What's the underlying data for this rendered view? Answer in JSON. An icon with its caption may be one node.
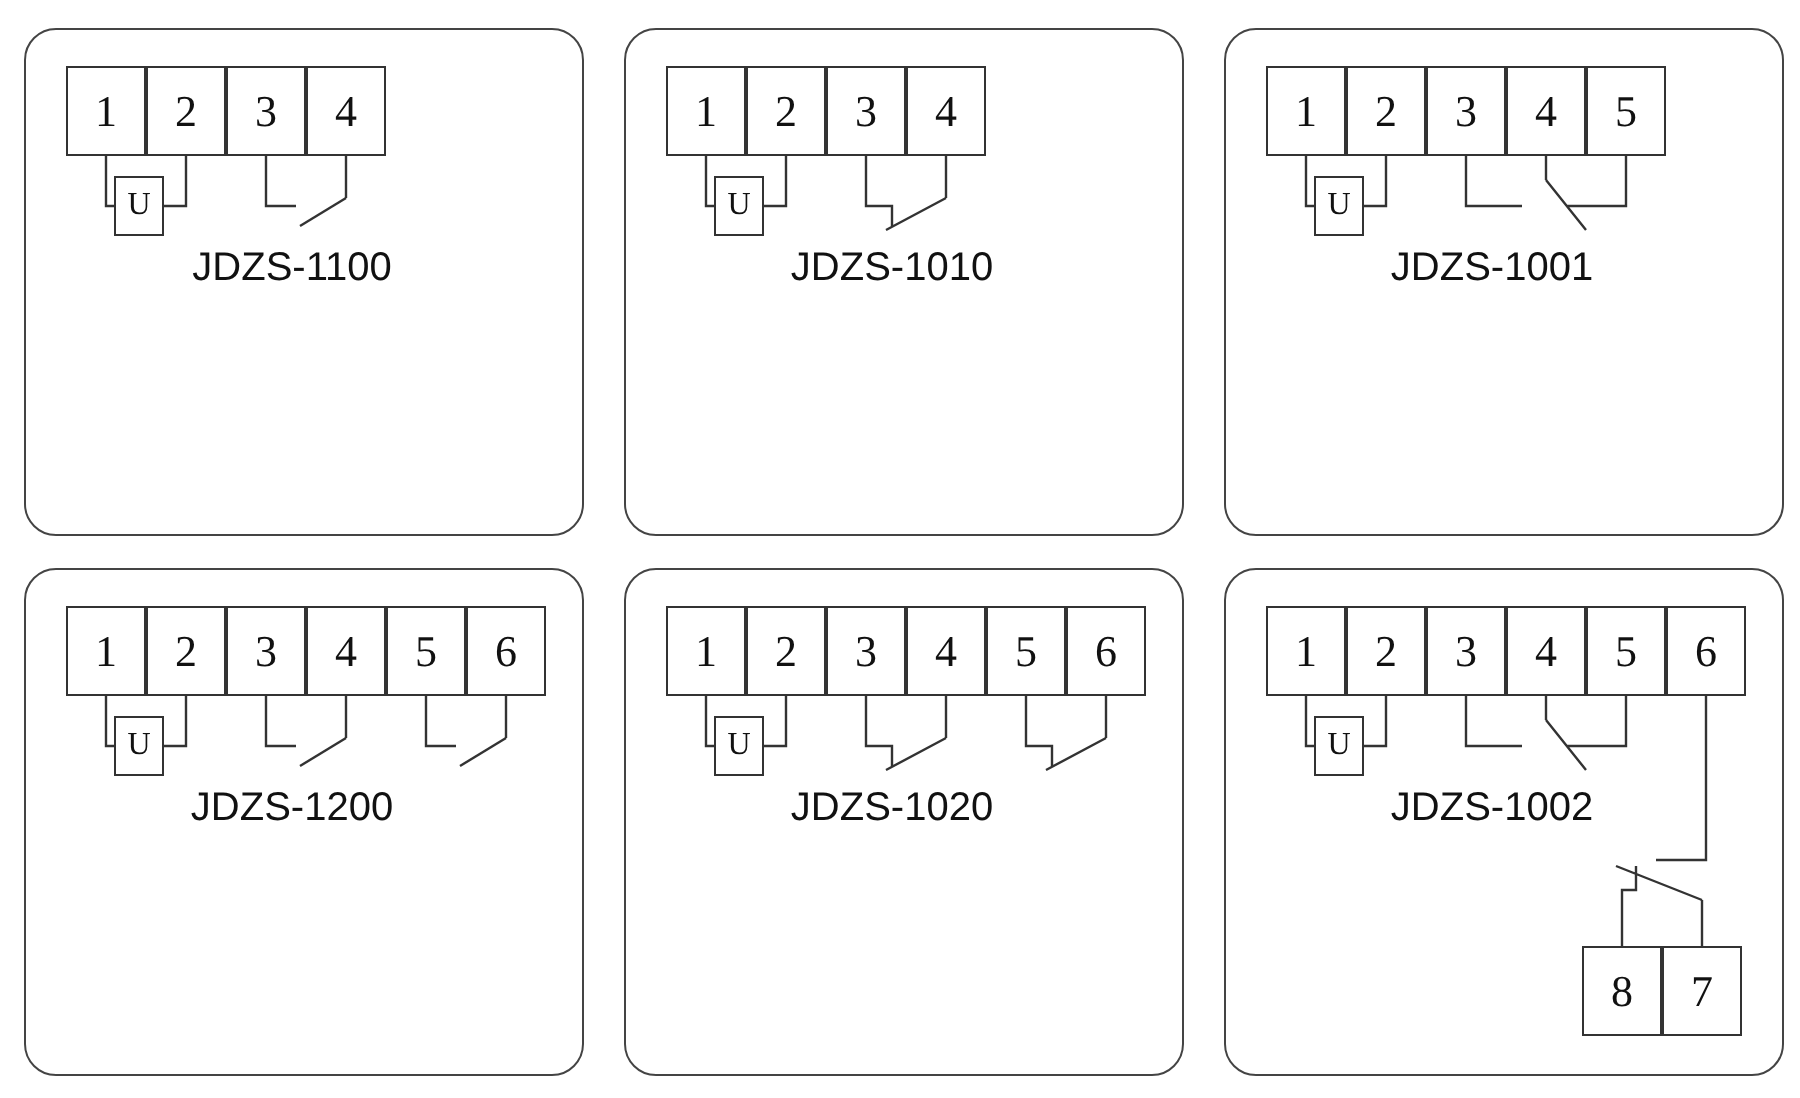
{
  "diagram": {
    "nodes": [
      {
        "text": [
          "JDZS-1100"
        ]
      },
      {
        "text": [
          "1"
        ],
        "in": 0
      },
      {
        "text": [
          "2"
        ],
        "in": 0
      },
      {
        "text": [
          "3"
        ],
        "in": 0
      },
      {
        "text": [
          "4"
        ],
        "in": 0
      },
      {
        "text": [
          "U"
        ],
        "in": 0
      },
      {
        "text": [],
        "shape": "switch",
        "in": 0
      },
      {
        "text": [
          "JDZS-1010"
        ]
      },
      {
        "text": [
          "1"
        ],
        "in": 7
      },
      {
        "text": [
          "2"
        ],
        "in": 7
      },
      {
        "text": [
          "3"
        ],
        "in": 7
      },
      {
        "text": [
          "4"
        ],
        "in": 7
      },
      {
        "text": [
          "U"
        ],
        "in": 7
      },
      {
        "text": [],
        "shape": "switch",
        "in": 7
      },
      {
        "text": [
          "JDZS-1001"
        ]
      },
      {
        "text": [
          "1"
        ],
        "in": 14
      },
      {
        "text": [
          "2"
        ],
        "in": 14
      },
      {
        "text": [
          "3"
        ],
        "in": 14
      },
      {
        "text": [
          "4"
        ],
        "in": 14
      },
      {
        "text": [
          "5"
        ],
        "in": 14
      },
      {
        "text": [
          "U"
        ],
        "in": 14
      },
      {
        "text": [],
        "shape": "switch",
        "in": 14
      },
      {
        "text": [
          "JDZS-1200"
        ]
      },
      {
        "text": [
          "1"
        ],
        "in": 22
      },
      {
        "text": [
          "2"
        ],
        "in": 22
      },
      {
        "text": [
          "3"
        ],
        "in": 22
      },
      {
        "text": [
          "4"
        ],
        "in": 22
      },
      {
        "text": [
          "5"
        ],
        "in": 22
      },
      {
        "text": [
          "6"
        ],
        "in": 22
      },
      {
        "text": [
          "U"
        ],
        "in": 22
      },
      {
        "text": [],
        "shape": "switch",
        "in": 22
      },
      {
        "text": [],
        "shape": "switch",
        "in": 22
      },
      {
        "text": [
          "JDZS-1020"
        ]
      },
      {
        "text": [
          "1"
        ],
        "in": 32
      },
      {
        "text": [
          "2"
        ],
        "in": 32
      },
      {
        "text": [
          "3"
        ],
        "in": 32
      },
      {
        "text": [
          "4"
        ],
        "in": 32
      },
      {
        "text": [
          "5"
        ],
        "in": 32
      },
      {
        "text": [
          "6"
        ],
        "in": 32
      },
      {
        "text": [
          "U"
        ],
        "in": 32
      },
      {
        "text": [],
        "shape": "switch",
        "in": 32
      },
      {
        "text": [],
        "shape": "switch",
        "in": 32
      },
      {
        "text": [
          "JDZS-1002"
        ]
      },
      {
        "text": [
          "1"
        ],
        "in": 42
      },
      {
        "text": [
          "2"
        ],
        "in": 42
      },
      {
        "text": [
          "3"
        ],
        "in": 42
      },
      {
        "text": [
          "4"
        ],
        "in": 42
      },
      {
        "text": [
          "5"
        ],
        "in": 42
      },
      {
        "text": [
          "6"
        ],
        "in": 42
      },
      {
        "text": [
          "U"
        ],
        "in": 42
      },
      {
        "text": [],
        "shape": "switch",
        "in": 42
      },
      {
        "text": [],
        "shape": "switch",
        "in": 42
      },
      {
        "text": [
          "8"
        ],
        "in": 42
      },
      {
        "text": [
          "7"
        ],
        "in": 42
      }
    ],
    "edges": [
      {
        "from": 1,
        "to": 5,
        "arrow": "none"
      },
      {
        "from": 5,
        "to": 2,
        "arrow": "none"
      },
      {
        "from": 3,
        "to": 6,
        "arrow": "none"
      },
      {
        "from": 6,
        "to": 4,
        "arrow": "none"
      },
      {
        "from": 8,
        "to": 12,
        "arrow": "none"
      },
      {
        "from": 12,
        "to": 9,
        "arrow": "none"
      },
      {
        "from": 10,
        "to": 13,
        "arrow": "none"
      },
      {
        "from": 13,
        "to": 11,
        "arrow": "none"
      },
      {
        "from": 15,
        "to": 20,
        "arrow": "none"
      },
      {
        "from": 20,
        "to": 16,
        "arrow": "none"
      },
      {
        "from": 17,
        "to": 21,
        "arrow": "none"
      },
      {
        "from": 18,
        "to": 21,
        "arrow": "none"
      },
      {
        "from": 21,
        "to": 19,
        "arrow": "none"
      },
      {
        "from": 23,
        "to": 29,
        "arrow": "none"
      },
      {
        "from": 29,
        "to": 24,
        "arrow": "none"
      },
      {
        "from": 25,
        "to": 30,
        "arrow": "none"
      },
      {
        "from": 30,
        "to": 26,
        "arrow": "none"
      },
      {
        "from": 27,
        "to": 31,
        "arrow": "none"
      },
      {
        "from": 31,
        "to": 28,
        "arrow": "none"
      },
      {
        "from": 33,
        "to": 39,
        "arrow": "none"
      },
      {
        "from": 39,
        "to": 34,
        "arrow": "none"
      },
      {
        "from": 35,
        "to": 40,
        "arrow": "none"
      },
      {
        "from": 40,
        "to": 36,
        "arrow": "none"
      },
      {
        "from": 37,
        "to": 41,
        "arrow": "none"
      },
      {
        "from": 41,
        "to": 38,
        "arrow": "none"
      },
      {
        "from": 43,
        "to": 49,
        "arrow": "none"
      },
      {
        "from": 49,
        "to": 44,
        "arrow": "none"
      },
      {
        "from": 45,
        "to": 50,
        "arrow": "none"
      },
      {
        "from": 46,
        "to": 50,
        "arrow": "none"
      },
      {
        "from": 50,
        "to": 47,
        "arrow": "none"
      },
      {
        "from": 48,
        "to": 51,
        "arrow": "none"
      },
      {
        "from": 52,
        "to": 51,
        "arrow": "none"
      },
      {
        "from": 51,
        "to": 53,
        "arrow": "none"
      }
    ]
  }
}
